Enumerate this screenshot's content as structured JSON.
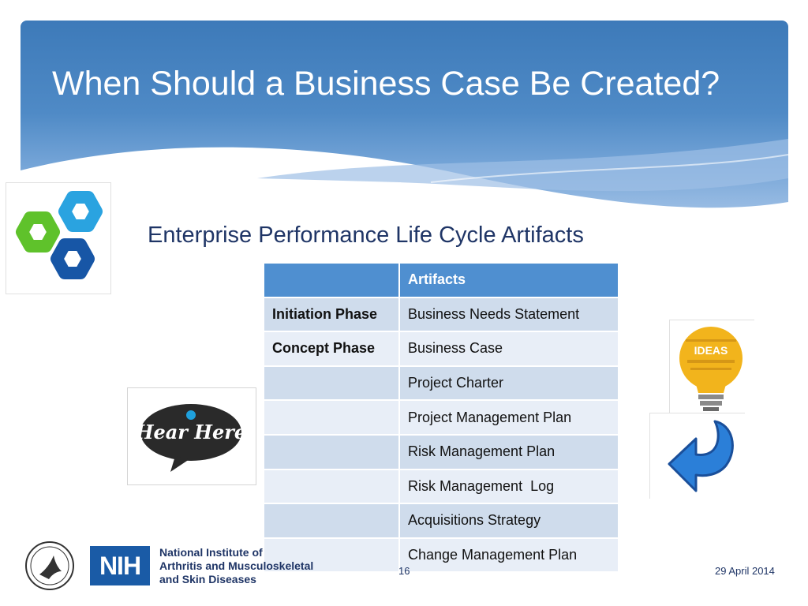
{
  "slide": {
    "title": "When Should a Business Case Be Created?",
    "subtitle": "Enterprise Performance Life Cycle Artifacts",
    "page_number": "16",
    "date": "29 April 2014"
  },
  "table": {
    "header": [
      "",
      "Artifacts"
    ],
    "rows": [
      {
        "phase": "Initiation Phase",
        "artifact": "Business Needs Statement"
      },
      {
        "phase": "Concept Phase",
        "artifact": "Business Case"
      },
      {
        "phase": "",
        "artifact": "Project Charter"
      },
      {
        "phase": "",
        "artifact": "Project Management Plan"
      },
      {
        "phase": "",
        "artifact": "Risk Management Plan"
      },
      {
        "phase": "",
        "artifact": "Risk Management  Log"
      },
      {
        "phase": "",
        "artifact": "Acquisitions Strategy"
      },
      {
        "phase": "",
        "artifact": "Change Management Plan"
      }
    ]
  },
  "images": {
    "hear_here_logo": "Hear Here",
    "bulb_text": "IDEAS",
    "nih_acronym": "NIH",
    "nih_name_lines": [
      "National Institute of",
      "Arthritis and Musculoskeletal",
      "and Skin Diseases"
    ]
  },
  "colors": {
    "header_blue": "#3d7ab9",
    "table_header": "#4f8fd0",
    "row_dark": "#cfdcec",
    "row_light": "#e8eef7",
    "title_text": "#ffffff",
    "subtitle_text": "#1f3566",
    "hex_green": "#5fc22b",
    "hex_light_blue": "#2aa3e0",
    "hex_dark_blue": "#1756a6",
    "nih_blue": "#1a5ba6"
  }
}
